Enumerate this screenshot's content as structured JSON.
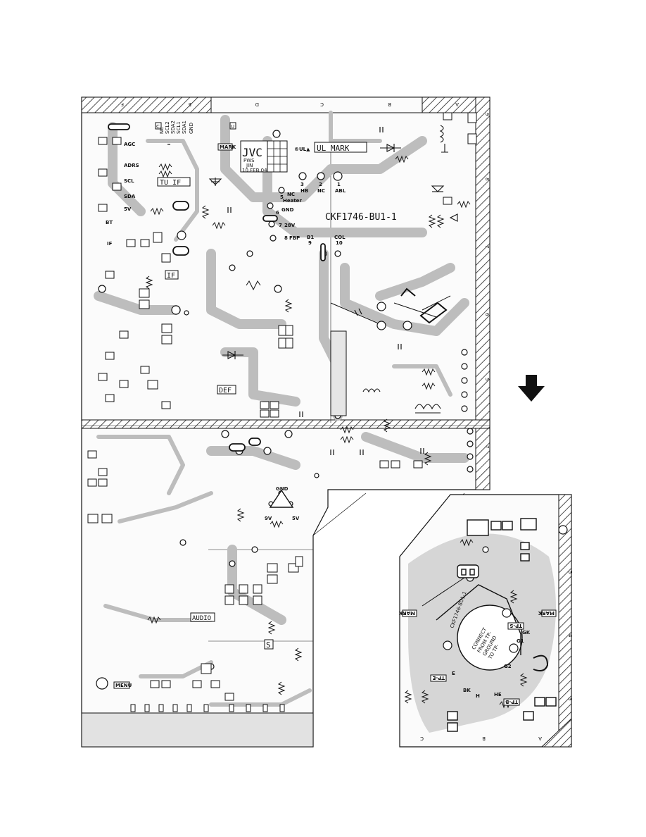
{
  "main_board": {
    "columns": [
      "F",
      "E",
      "D",
      "C",
      "B",
      "A"
    ],
    "rows": [
      "9",
      "8",
      "7",
      "6",
      "5",
      "7"
    ],
    "part_number": "CKF1746-BU1-1",
    "ul_mark": "UL MARK",
    "jvc": {
      "brand": "JVC",
      "line1": "PWS",
      "line2": "JIN",
      "date": "10.FEB.04"
    },
    "mark_label": "MARK",
    "u_label": "U",
    "c_label": "C",
    "blocks": {
      "tu_if": "TU IF",
      "if": "IF",
      "def": "DEF",
      "audio": "AUDIO",
      "menu": "MENU",
      "s": "S"
    },
    "left_signals": [
      "AGC",
      "ADRS",
      "SCL",
      "SDA",
      "5V",
      "BT",
      "IF"
    ],
    "top_connector": [
      "GND",
      "SDA1",
      "SCL1",
      "SDA2",
      "SCL2",
      "NC"
    ],
    "connector_pins": [
      {
        "num": "3",
        "name": "HB"
      },
      {
        "num": "2",
        "name": "NC"
      },
      {
        "num": "1",
        "name": "ABL"
      },
      {
        "num": "5",
        "name": "NC"
      },
      {
        "num": "",
        "name": "Heater"
      },
      {
        "num": "6",
        "name": "GND"
      },
      {
        "num": "7",
        "name": "28V"
      },
      {
        "num": "8",
        "name": "FBP"
      },
      {
        "num": "9",
        "name": "B1"
      },
      {
        "num": "10",
        "name": "COL"
      }
    ],
    "gnd_label": "GND",
    "v9": "9V",
    "v5": "5V"
  },
  "crt_board": {
    "mark_label": "MARK",
    "socket_text": [
      "CONNECT",
      "FROM TP-",
      "GROUND",
      "TO TP-"
    ],
    "part_code": "CKF1746-8U1-1",
    "pins": [
      "G1",
      "G2",
      "GK",
      "H",
      "HE",
      "BK",
      "E"
    ],
    "tp_labels": [
      "TP-E",
      "TP-B",
      "TP-S"
    ],
    "letters": [
      "C",
      "B",
      "A"
    ],
    "rows": [
      "5",
      "4",
      "3"
    ]
  }
}
